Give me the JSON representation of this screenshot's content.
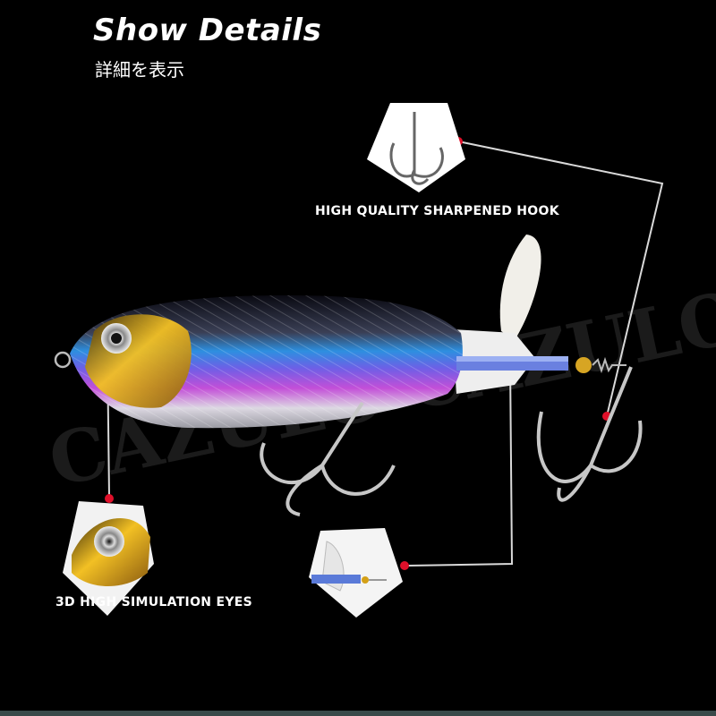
{
  "header": {
    "title": "Show Details",
    "subtitle": "詳細を表示"
  },
  "callouts": {
    "hook_label": "HIGH QUALITY SHARPENED HOOK",
    "eyes_label": "3D HIGH SIMULATION EYES"
  },
  "watermark": "CAZULO CAZULO",
  "colors": {
    "background": "#000000",
    "callout_line": "#d9d9d9",
    "callout_dot": "#e0102a",
    "text": "#ffffff"
  }
}
